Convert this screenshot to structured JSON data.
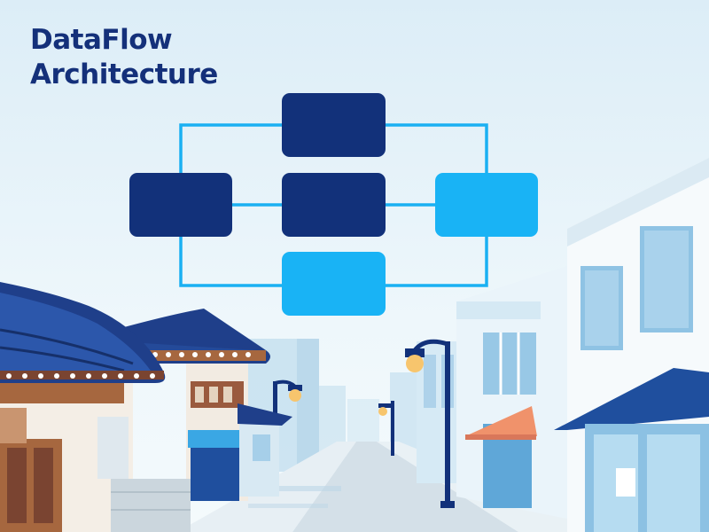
{
  "title": {
    "line1": "DataFlow",
    "line2": "Architecture"
  },
  "colors": {
    "sky_top": "#dff0f8",
    "sky_bottom": "#f2f9fc",
    "title": "#14307a",
    "node_dark": "#12317a",
    "node_light": "#19b3f5",
    "connector": "#1ab0f2",
    "roof": "#1f3f8a",
    "wood": "#9a5a3e",
    "awning_blue": "#1f4f9e",
    "awning_orange": "#f0926b",
    "road": "#d6e2ea"
  },
  "diagram": {
    "nodes": [
      {
        "id": "top-center",
        "shade": "dark"
      },
      {
        "id": "middle-left",
        "shade": "dark"
      },
      {
        "id": "middle-center",
        "shade": "dark"
      },
      {
        "id": "middle-right",
        "shade": "light"
      },
      {
        "id": "bottom-center",
        "shade": "light"
      }
    ]
  }
}
